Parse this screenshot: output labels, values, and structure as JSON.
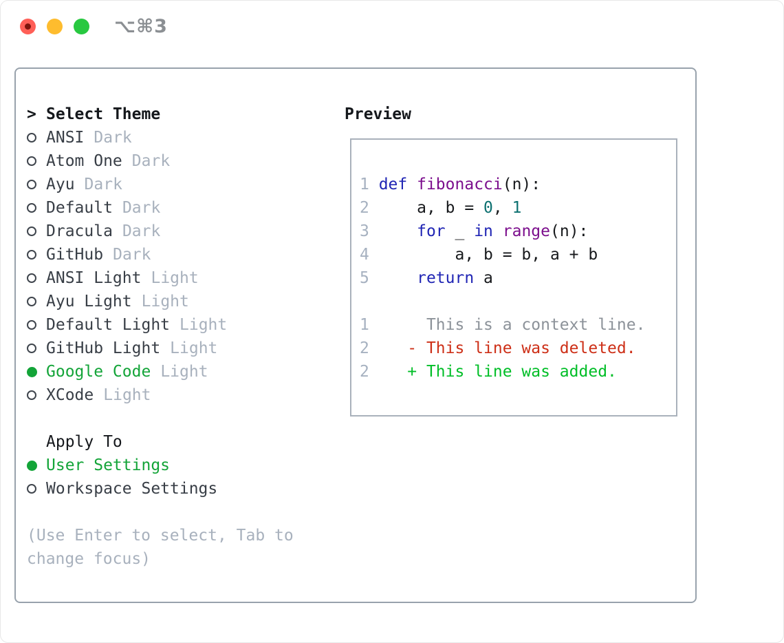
{
  "window": {
    "title": "⌥⌘3",
    "traffic_lights": [
      {
        "name": "close",
        "color": "#ff5f57"
      },
      {
        "name": "minimize",
        "color": "#febc2e"
      },
      {
        "name": "zoom",
        "color": "#28c840"
      }
    ]
  },
  "theme_selector": {
    "prompt": ">",
    "title": "Select Theme",
    "items": [
      {
        "name": "ANSI",
        "variant": "Dark",
        "selected": false
      },
      {
        "name": "Atom One",
        "variant": "Dark",
        "selected": false
      },
      {
        "name": "Ayu",
        "variant": "Dark",
        "selected": false
      },
      {
        "name": "Default",
        "variant": "Dark",
        "selected": false
      },
      {
        "name": "Dracula",
        "variant": "Dark",
        "selected": false
      },
      {
        "name": "GitHub",
        "variant": "Dark",
        "selected": false
      },
      {
        "name": "ANSI Light",
        "variant": "Light",
        "selected": false
      },
      {
        "name": "Ayu Light",
        "variant": "Light",
        "selected": false
      },
      {
        "name": "Default Light",
        "variant": "Light",
        "selected": false
      },
      {
        "name": "GitHub Light",
        "variant": "Light",
        "selected": false
      },
      {
        "name": "Google Code",
        "variant": "Light",
        "selected": true
      },
      {
        "name": "XCode",
        "variant": "Light",
        "selected": false
      }
    ],
    "apply_to": {
      "title": "Apply To",
      "options": [
        {
          "label": "User Settings",
          "selected": true
        },
        {
          "label": "Workspace Settings",
          "selected": false
        }
      ]
    },
    "help": "(Use Enter to select, Tab to change focus)"
  },
  "preview": {
    "title": "Preview",
    "code_lines": [
      {
        "num": "1",
        "segments": [
          {
            "t": "def",
            "c": "kw"
          },
          {
            "t": " ",
            "c": "pl"
          },
          {
            "t": "fibonacci",
            "c": "fn"
          },
          {
            "t": "(n):",
            "c": "pl"
          }
        ]
      },
      {
        "num": "2",
        "segments": [
          {
            "t": "    a, b = ",
            "c": "pl"
          },
          {
            "t": "0",
            "c": "num"
          },
          {
            "t": ", ",
            "c": "pl"
          },
          {
            "t": "1",
            "c": "num"
          }
        ]
      },
      {
        "num": "3",
        "segments": [
          {
            "t": "    ",
            "c": "pl"
          },
          {
            "t": "for",
            "c": "kw"
          },
          {
            "t": " _ ",
            "c": "pl"
          },
          {
            "t": "in",
            "c": "kw"
          },
          {
            "t": " ",
            "c": "pl"
          },
          {
            "t": "range",
            "c": "fn"
          },
          {
            "t": "(n):",
            "c": "pl"
          }
        ]
      },
      {
        "num": "4",
        "segments": [
          {
            "t": "        a, b = b, a + b",
            "c": "pl"
          }
        ]
      },
      {
        "num": "5",
        "segments": [
          {
            "t": "    ",
            "c": "pl"
          },
          {
            "t": "return",
            "c": "kw"
          },
          {
            "t": " a",
            "c": "pl"
          }
        ]
      }
    ],
    "diff_lines": [
      {
        "num": "1",
        "segments": [
          {
            "t": "     This is a context line.",
            "c": "ctx"
          }
        ]
      },
      {
        "num": "2",
        "segments": [
          {
            "t": "   - This line was deleted.",
            "c": "del"
          }
        ]
      },
      {
        "num": "2",
        "segments": [
          {
            "t": "   + This line was added.",
            "c": "add"
          }
        ]
      }
    ]
  },
  "colors": {
    "green": "#13a438",
    "muted": "#a8b1bd",
    "text": "#383e46",
    "heading": "#15181c",
    "border_panel": "#98a2ac",
    "border_preview": "#a9b1bb",
    "title_gray": "#8b8f93",
    "tl_red": "#ff5f57",
    "tl_yellow": "#febc2e",
    "tl_green": "#28c840",
    "tl_red_dot": "#7e150d",
    "kw": "#2025b4",
    "fn": "#7c0f8d",
    "num": "#0c7070",
    "pl": "#17191c",
    "ln": "#a6b1c0",
    "ctx": "#8c9299",
    "del": "#cd2f17",
    "add": "#00be27"
  }
}
